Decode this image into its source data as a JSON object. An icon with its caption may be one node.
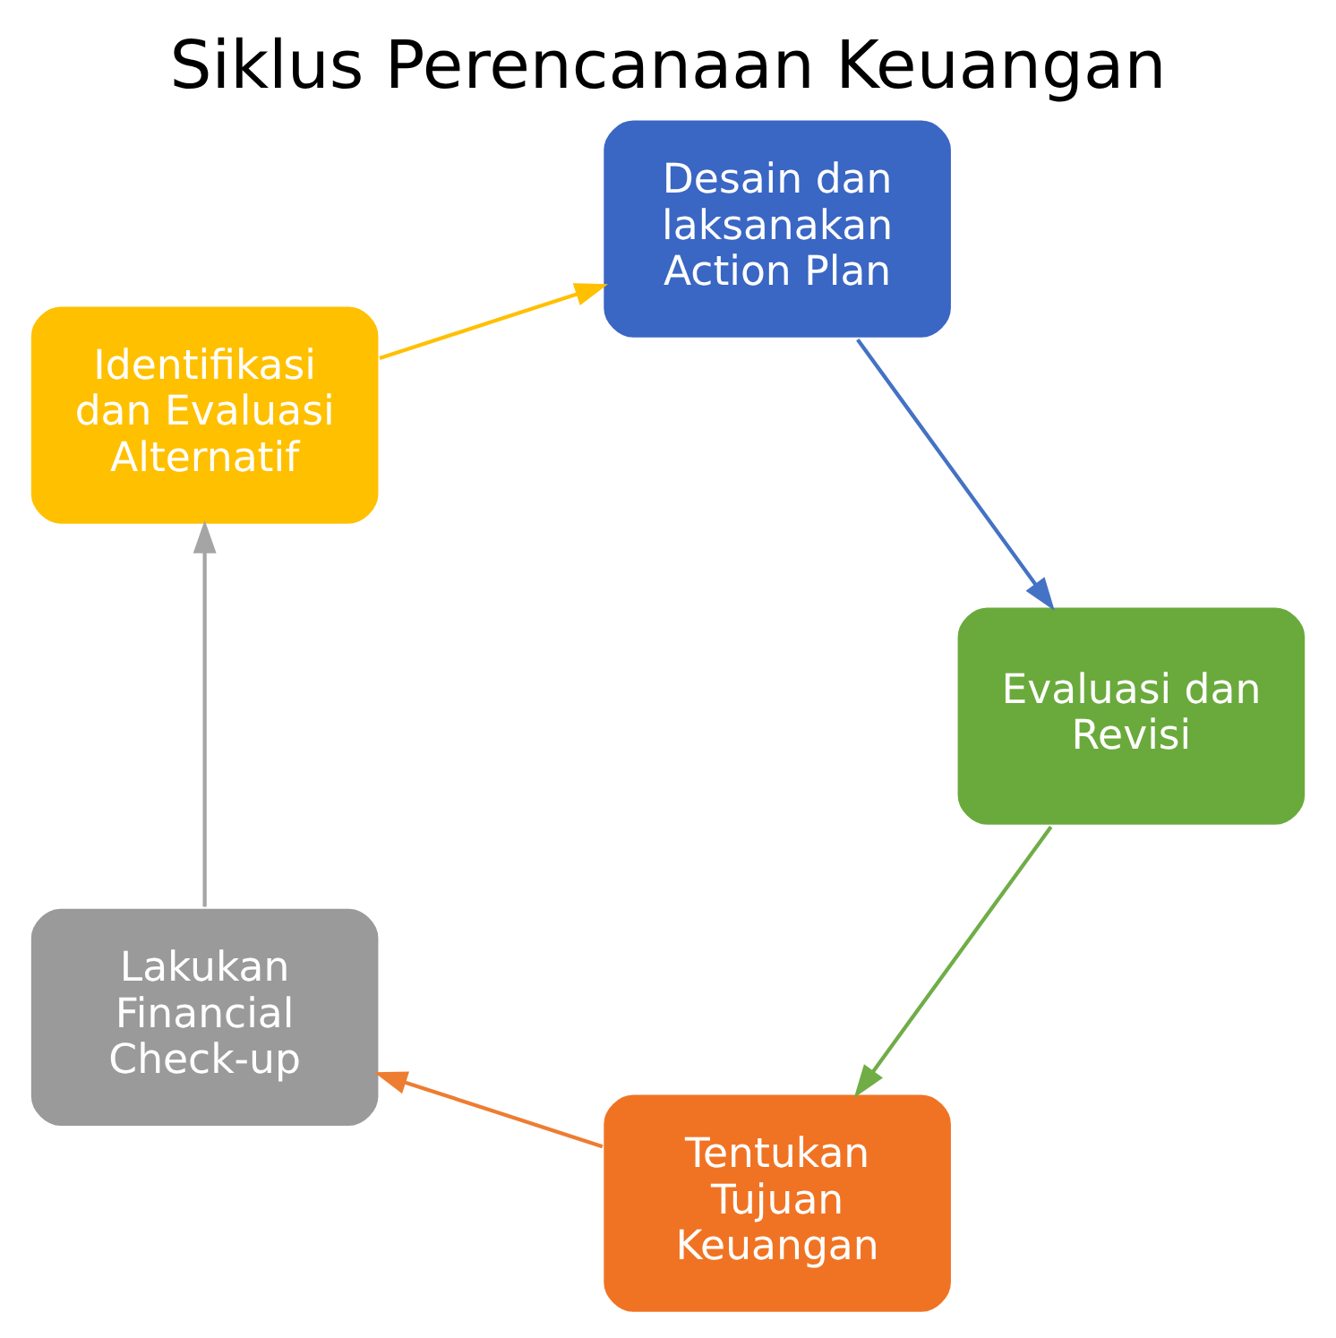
{
  "diagram": {
    "title": "Siklus Perencanaan Keuangan",
    "nodes": [
      {
        "text": [
          "Tentukan Tujuan Keuangan"
        ]
      },
      {
        "text": [
          "Lakukan Financial Check-up"
        ]
      },
      {
        "text": [
          "Identifikasi dan Evaluasi Alternatif"
        ]
      },
      {
        "text": [
          "Desain dan laksanakan Action Plan"
        ]
      },
      {
        "text": [
          "Evaluasi dan Revisi"
        ]
      }
    ],
    "edges": [
      {
        "from": 0,
        "to": 1,
        "arrow": "to",
        "color": "#ed7d31"
      },
      {
        "from": 1,
        "to": 2,
        "arrow": "to",
        "color": "#a5a5a5"
      },
      {
        "from": 2,
        "to": 3,
        "arrow": "to",
        "color": "#ffc000"
      },
      {
        "from": 3,
        "to": 4,
        "arrow": "to",
        "color": "#4472c4"
      },
      {
        "from": 4,
        "to": 0,
        "arrow": "to",
        "color": "#70ad47"
      }
    ]
  }
}
